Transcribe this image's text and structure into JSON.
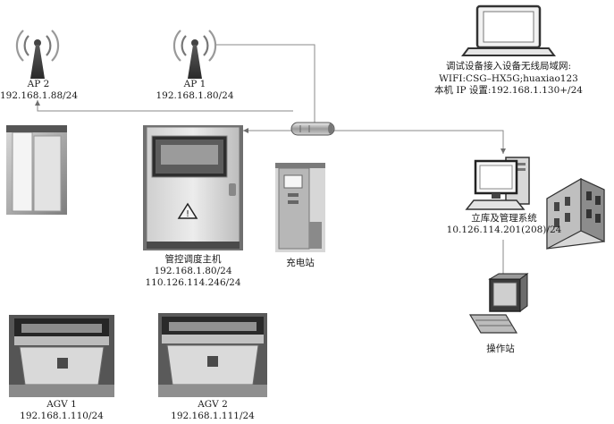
{
  "nodes": {
    "ap2": {
      "name": "AP  2",
      "ip": "192.168.1.88/24"
    },
    "ap1": {
      "name": "AP  1",
      "ip": "192.168.1.80/24"
    },
    "laptop": {
      "line1": "调试设备接入设备无线局域网:",
      "line2": "WIFI:CSG–HX5G;huaxiao123",
      "line3": "本机 IP 设置:192.168.1.130+/24"
    },
    "scheduler": {
      "name": "管控调度主机",
      "ip1": "192.168.1.80/24",
      "ip2": "110.126.114.246/24"
    },
    "charger": {
      "name": "充电站"
    },
    "warehouse": {
      "name": "立库及管理系统",
      "ip": "10.126.114.201(208)/24"
    },
    "operator": {
      "name": "操作站"
    },
    "agv1": {
      "name": "AGV  1",
      "ip": "192.168.1.110/24"
    },
    "agv2": {
      "name": "AGV  2",
      "ip": "192.168.1.111/24"
    }
  },
  "colors": {
    "line": "#8a8a8a",
    "ink": "#1a1a1a"
  }
}
